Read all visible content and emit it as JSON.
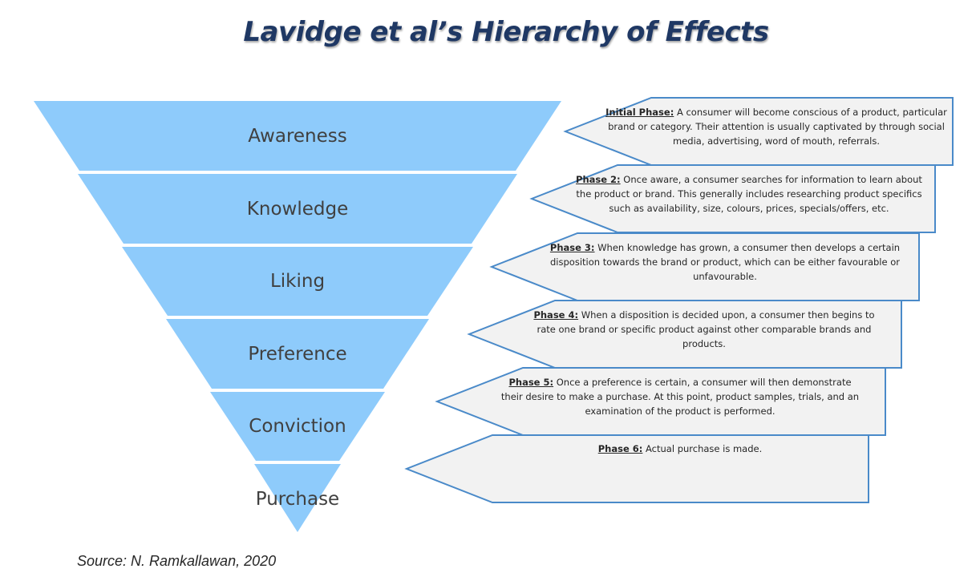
{
  "title": "Lavidge et al’s Hierarchy of Effects",
  "source": "Source: N. Ramkallawan, 2020",
  "colors": {
    "funnel_fill": "#8ecbfb",
    "callout_fill": "#f2f2f2",
    "callout_stroke": "#4a8ac9",
    "title": "#1f3864"
  },
  "funnel": {
    "layers": [
      {
        "label": "Awareness"
      },
      {
        "label": "Knowledge"
      },
      {
        "label": "Liking"
      },
      {
        "label": "Preference"
      },
      {
        "label": "Conviction"
      },
      {
        "label": "Purchase"
      }
    ]
  },
  "callouts": [
    {
      "heading": "Initial Phase:",
      "text": " A consumer will become conscious of a product, particular brand or category. Their attention is usually captivated by through social media, advertising, word of mouth, referrals."
    },
    {
      "heading": "Phase 2:",
      "text": " Once aware, a consumer searches for information to learn about the product or brand. This generally includes researching product specifics such as availability, size, colours, prices, specials/offers, etc."
    },
    {
      "heading": "Phase 3:",
      "text": " When knowledge has grown, a consumer then develops a certain disposition towards the brand or product, which can be either favourable or unfavourable."
    },
    {
      "heading": "Phase 4:",
      "text": " When a disposition is decided upon, a consumer then begins to rate one brand or specific product against other comparable brands and products."
    },
    {
      "heading": "Phase 5:",
      "text": " Once a preference is certain, a consumer will then demonstrate their desire to make a purchase. At this point, product samples, trials, and an examination of the product is performed."
    },
    {
      "heading": "Phase 6:",
      "text": " Actual purchase is made."
    }
  ]
}
